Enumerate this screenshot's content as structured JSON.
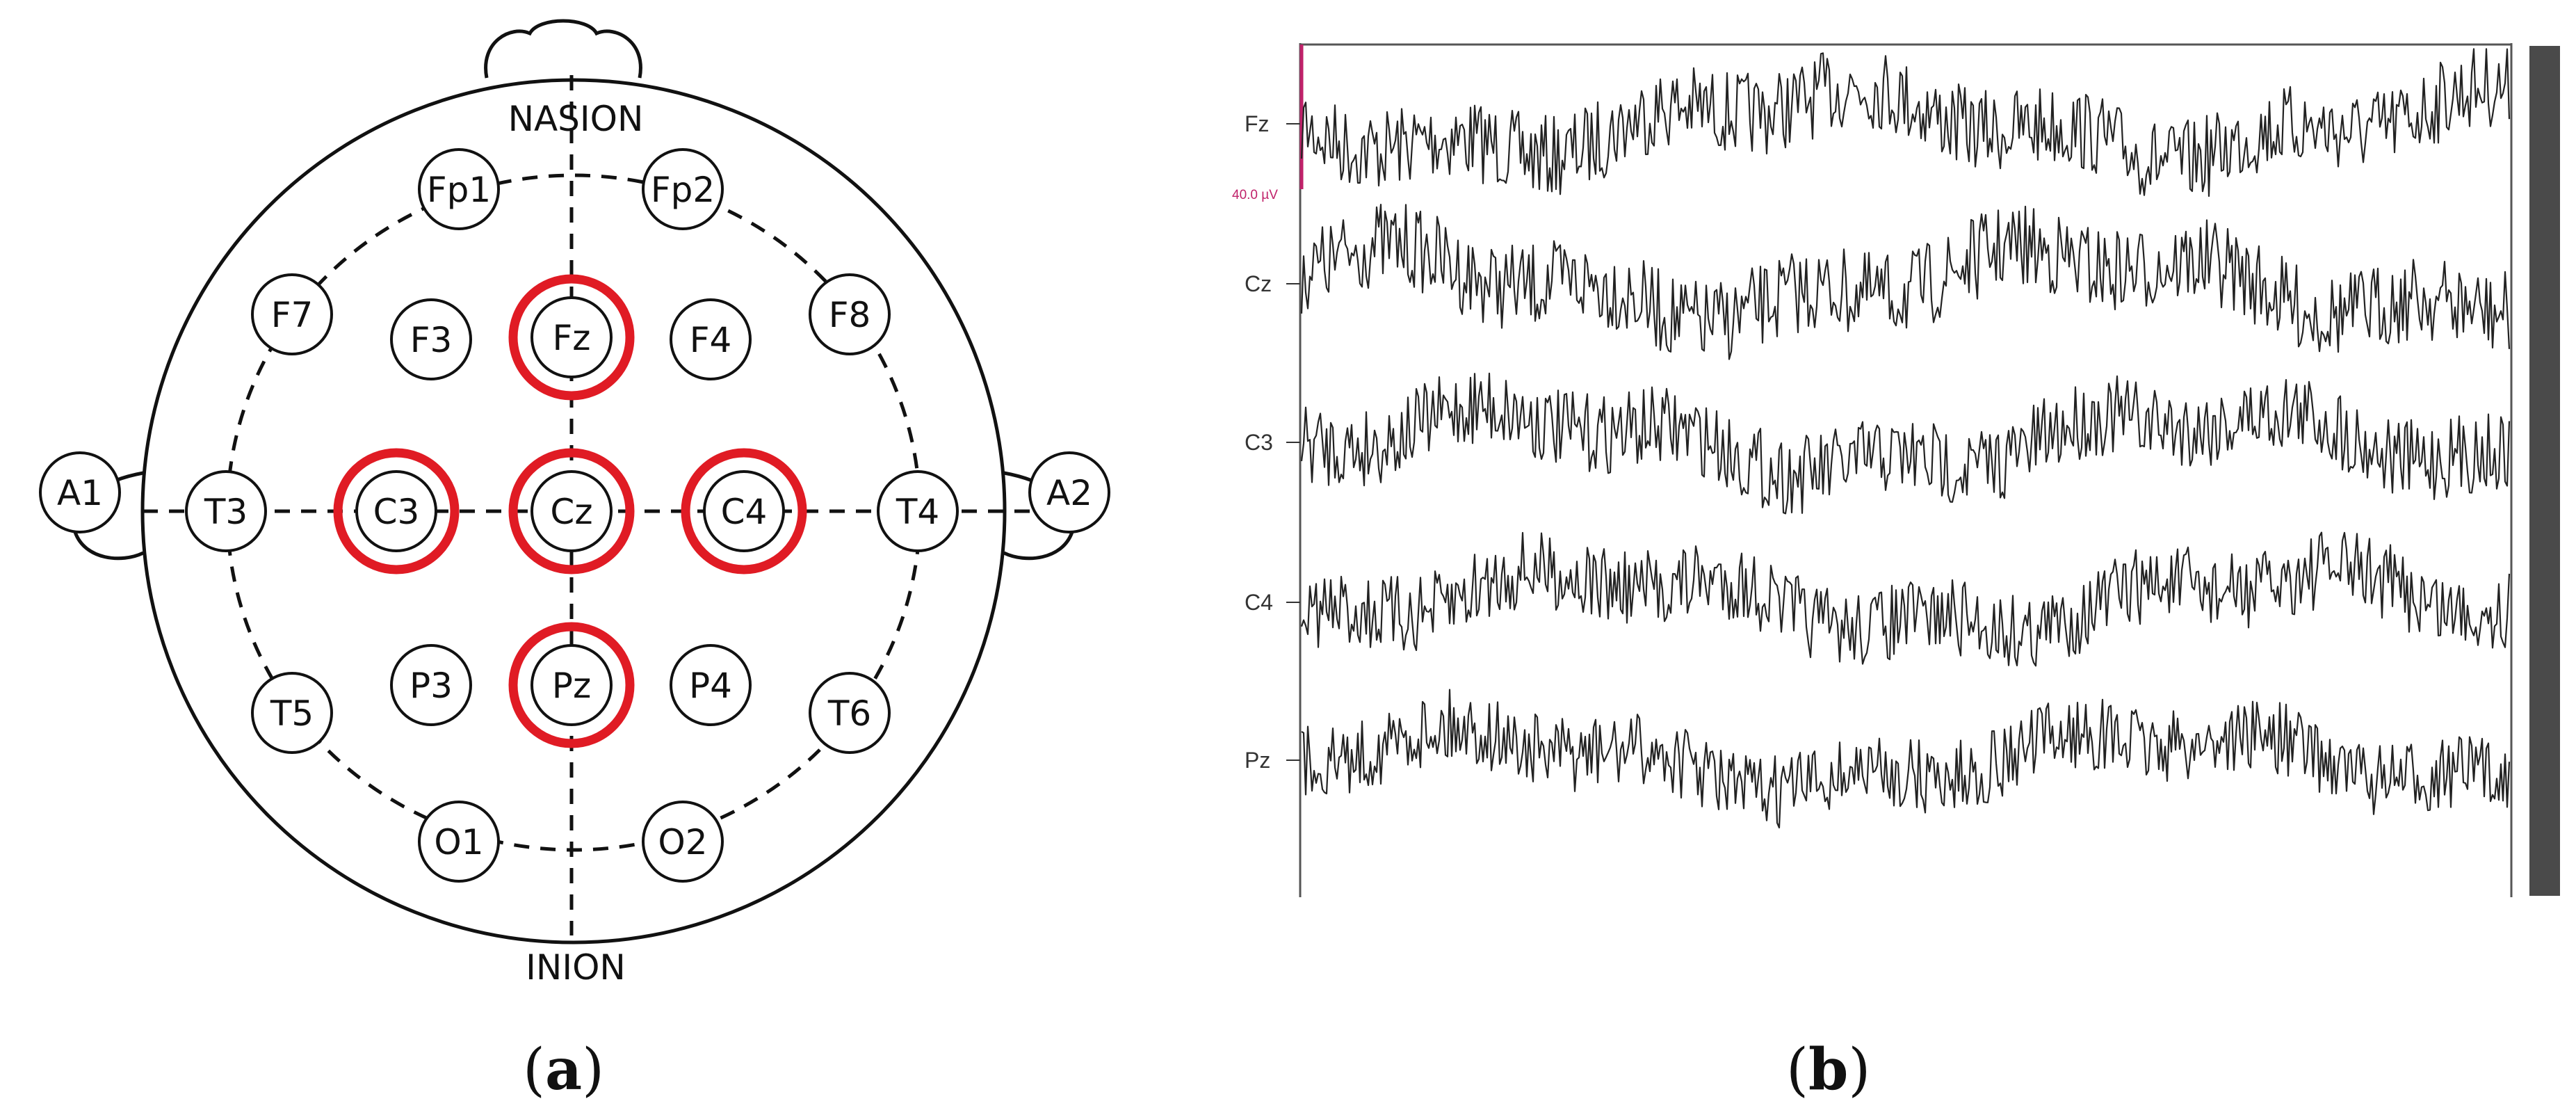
{
  "panel_a": {
    "caption_open": "(",
    "caption_letter": "a",
    "caption_close": ")",
    "nasion_label": "NASION",
    "inion_label": "INION",
    "highlight_color": "#e01b24",
    "electrodes": [
      {
        "id": "Fp1",
        "highlighted": false
      },
      {
        "id": "Fp2",
        "highlighted": false
      },
      {
        "id": "F7",
        "highlighted": false
      },
      {
        "id": "F3",
        "highlighted": false
      },
      {
        "id": "Fz",
        "highlighted": true
      },
      {
        "id": "F4",
        "highlighted": false
      },
      {
        "id": "F8",
        "highlighted": false
      },
      {
        "id": "A1",
        "highlighted": false
      },
      {
        "id": "T3",
        "highlighted": false
      },
      {
        "id": "C3",
        "highlighted": true
      },
      {
        "id": "Cz",
        "highlighted": true
      },
      {
        "id": "C4",
        "highlighted": true
      },
      {
        "id": "T4",
        "highlighted": false
      },
      {
        "id": "A2",
        "highlighted": false
      },
      {
        "id": "T5",
        "highlighted": false
      },
      {
        "id": "P3",
        "highlighted": false
      },
      {
        "id": "Pz",
        "highlighted": true
      },
      {
        "id": "P4",
        "highlighted": false
      },
      {
        "id": "T6",
        "highlighted": false
      },
      {
        "id": "O1",
        "highlighted": false
      },
      {
        "id": "O2",
        "highlighted": false
      }
    ]
  },
  "panel_b": {
    "caption_open": "(",
    "caption_letter": "b",
    "caption_close": ")",
    "scale_label": "40.0 µV",
    "scale_color": "#c0226a",
    "channels": [
      "Fz",
      "Cz",
      "C3",
      "C4",
      "Pz"
    ]
  }
}
